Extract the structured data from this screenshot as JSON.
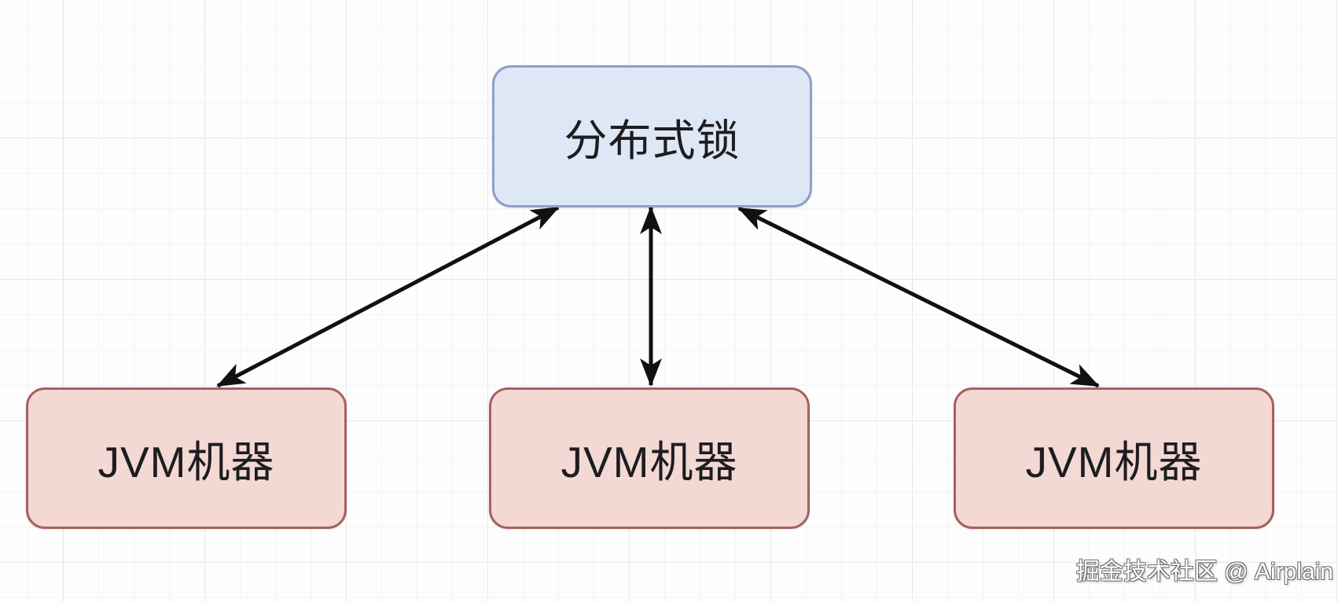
{
  "diagram": {
    "nodes": [
      {
        "id": "distributed-lock",
        "label": "分布式锁",
        "fill": "#dde7f6",
        "border": "#8e9fc7"
      },
      {
        "id": "jvm-1",
        "label": "JVM机器",
        "fill": "#f3d8d4",
        "border": "#a4625f"
      },
      {
        "id": "jvm-2",
        "label": "JVM机器",
        "fill": "#f3d8d4",
        "border": "#a4625f"
      },
      {
        "id": "jvm-3",
        "label": "JVM机器",
        "fill": "#f3d8d4",
        "border": "#a4625f"
      }
    ],
    "edges": [
      {
        "from": "distributed-lock",
        "to": "jvm-1",
        "direction": "bidirectional"
      },
      {
        "from": "distributed-lock",
        "to": "jvm-2",
        "direction": "bidirectional"
      },
      {
        "from": "distributed-lock",
        "to": "jvm-3",
        "direction": "bidirectional"
      }
    ],
    "arrow_color": "#111111",
    "watermark": "掘金技术社区 @ Airplain"
  }
}
